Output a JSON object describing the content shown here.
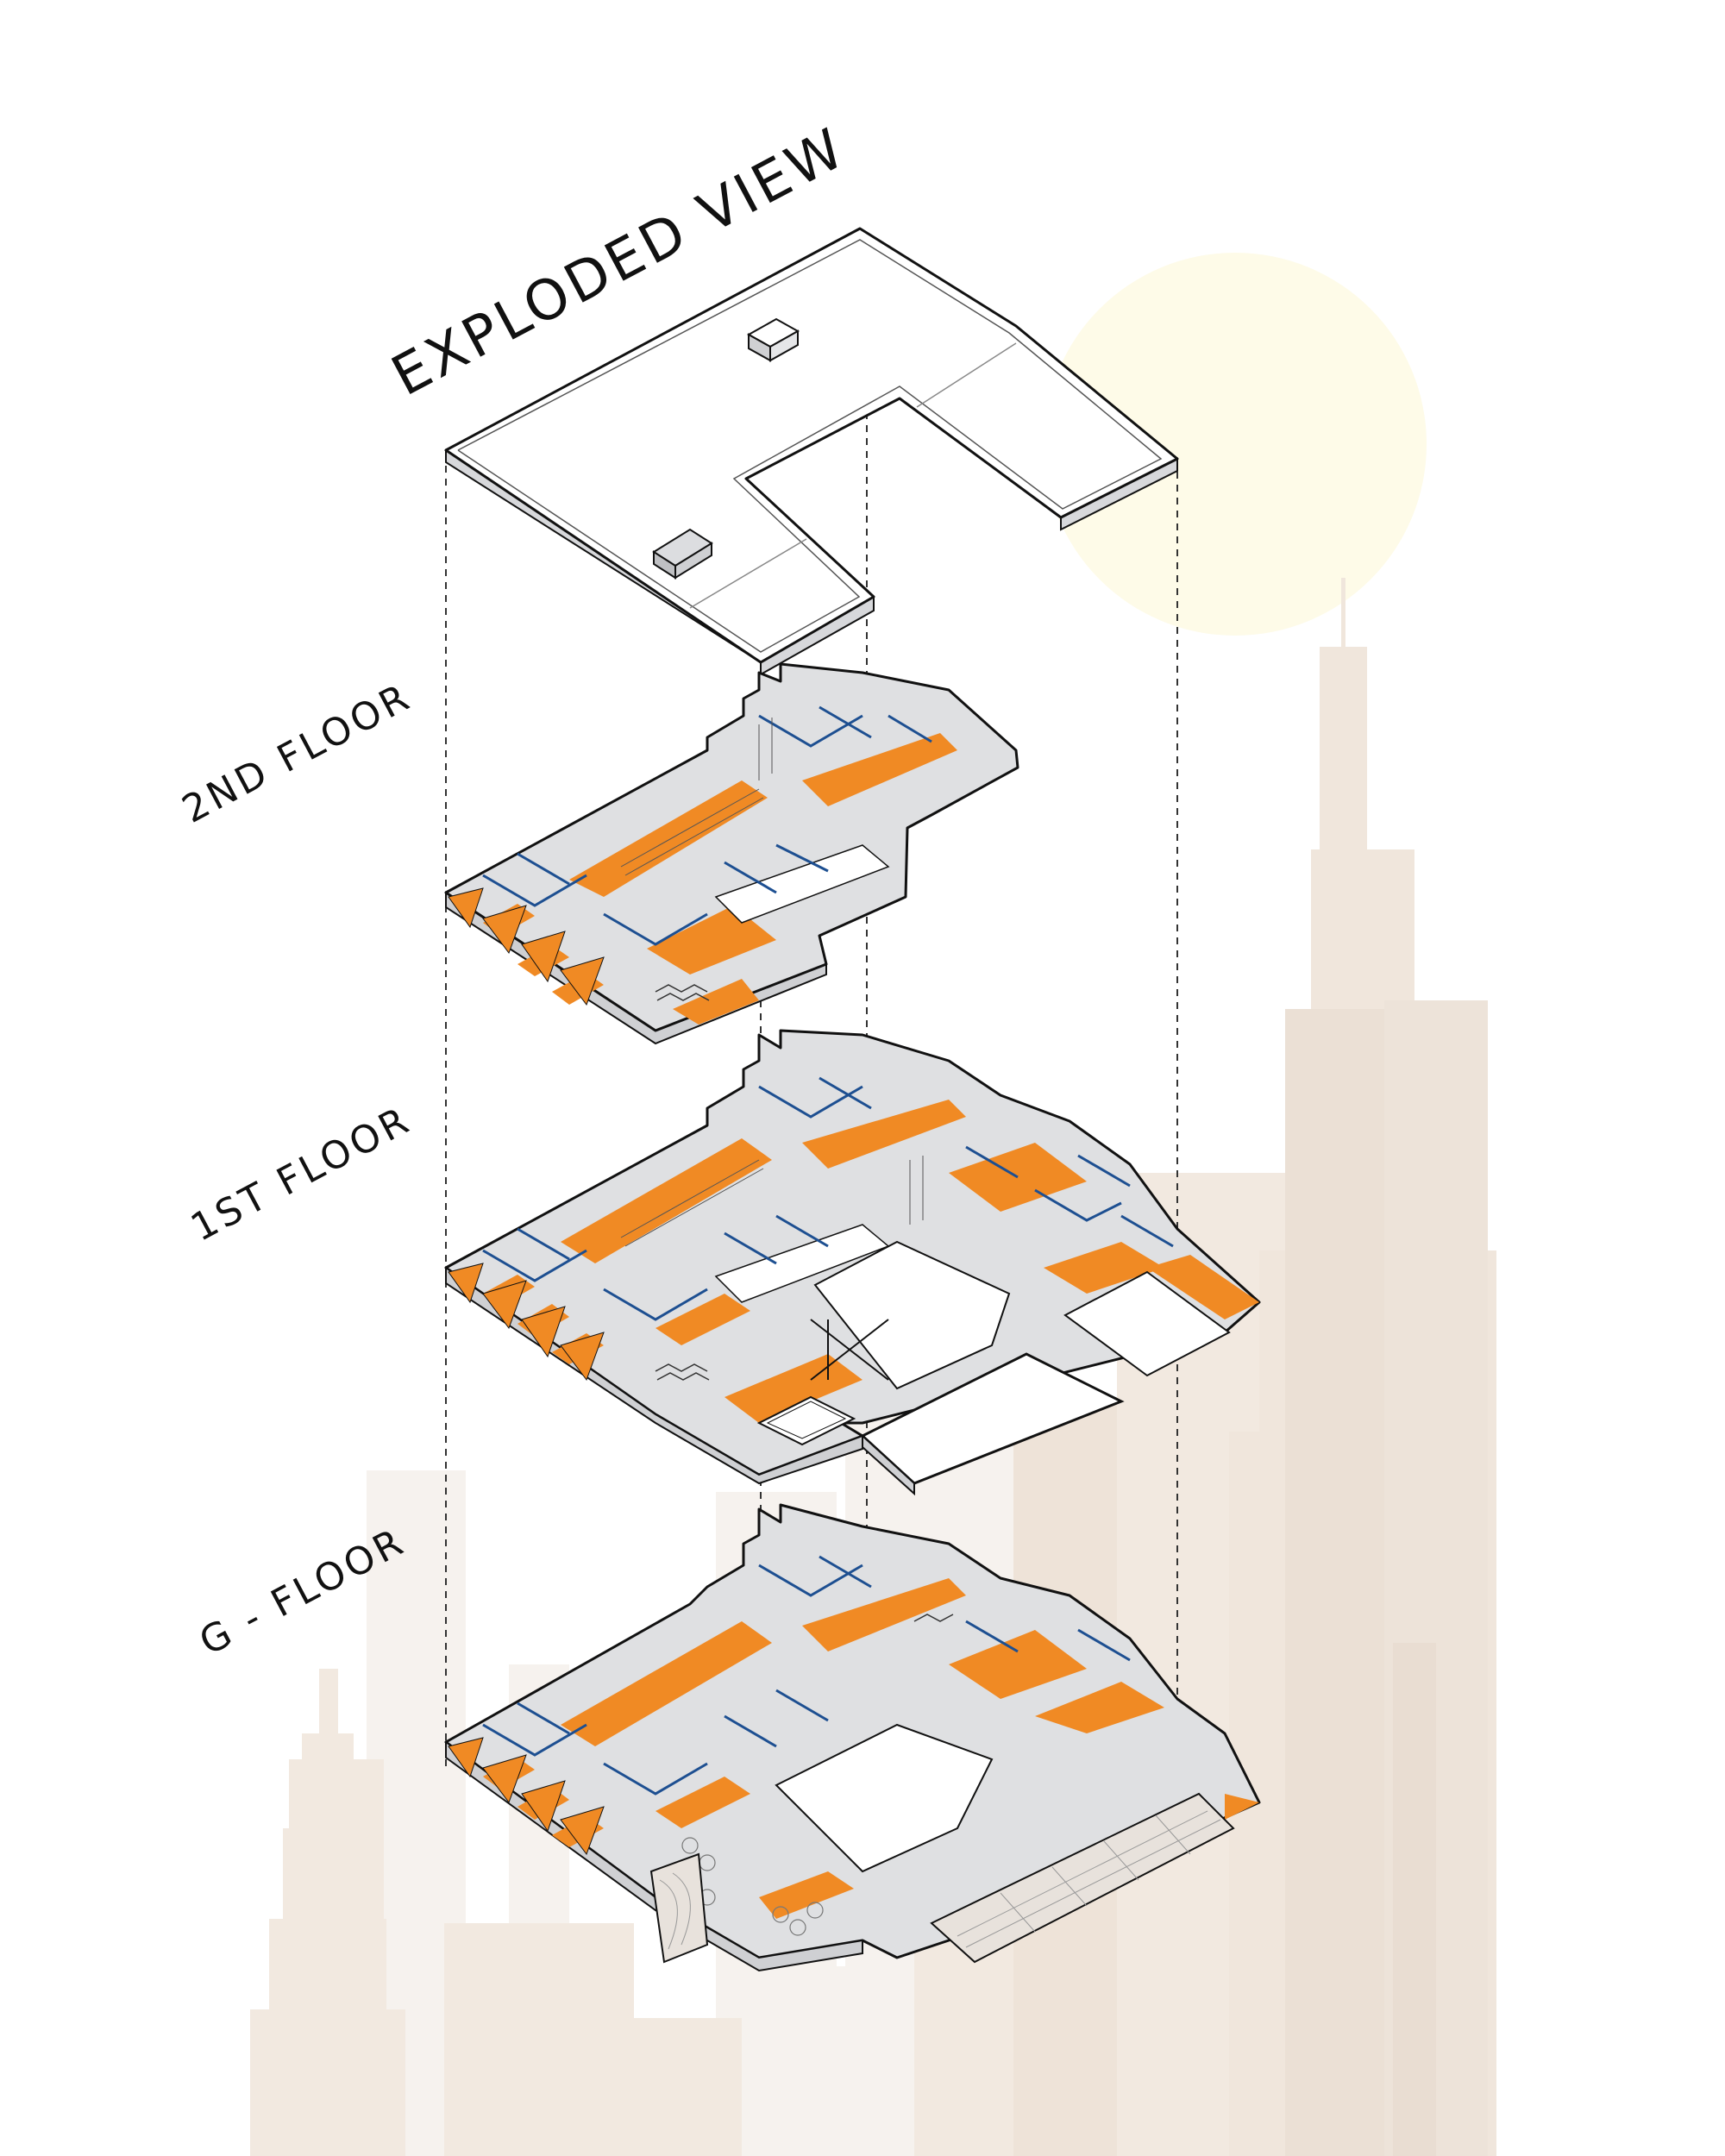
{
  "title": "EXPLODED VIEW",
  "floors": [
    {
      "key": "second",
      "label": "2ND FLOOR"
    },
    {
      "key": "first",
      "label": "1ST FLOOR"
    },
    {
      "key": "ground",
      "label": "G - FLOOR"
    }
  ],
  "colors": {
    "background": "#ffffff",
    "sun": "#fefbe8",
    "skyline_light": "#f6f2ee",
    "skyline_mid": "#f2e9e0",
    "skyline_dark": "#e9ddd2",
    "floor_accent": "#f08a24",
    "wall": "#d9dadc",
    "wall_dark": "#b9bbbe",
    "partition": "#1d4f91",
    "outline": "#111111"
  },
  "icons": [
    "sun-shape",
    "skyline-silhouette",
    "dashed-projection-lines",
    "roof-skylight-icon",
    "staircase-icon"
  ]
}
